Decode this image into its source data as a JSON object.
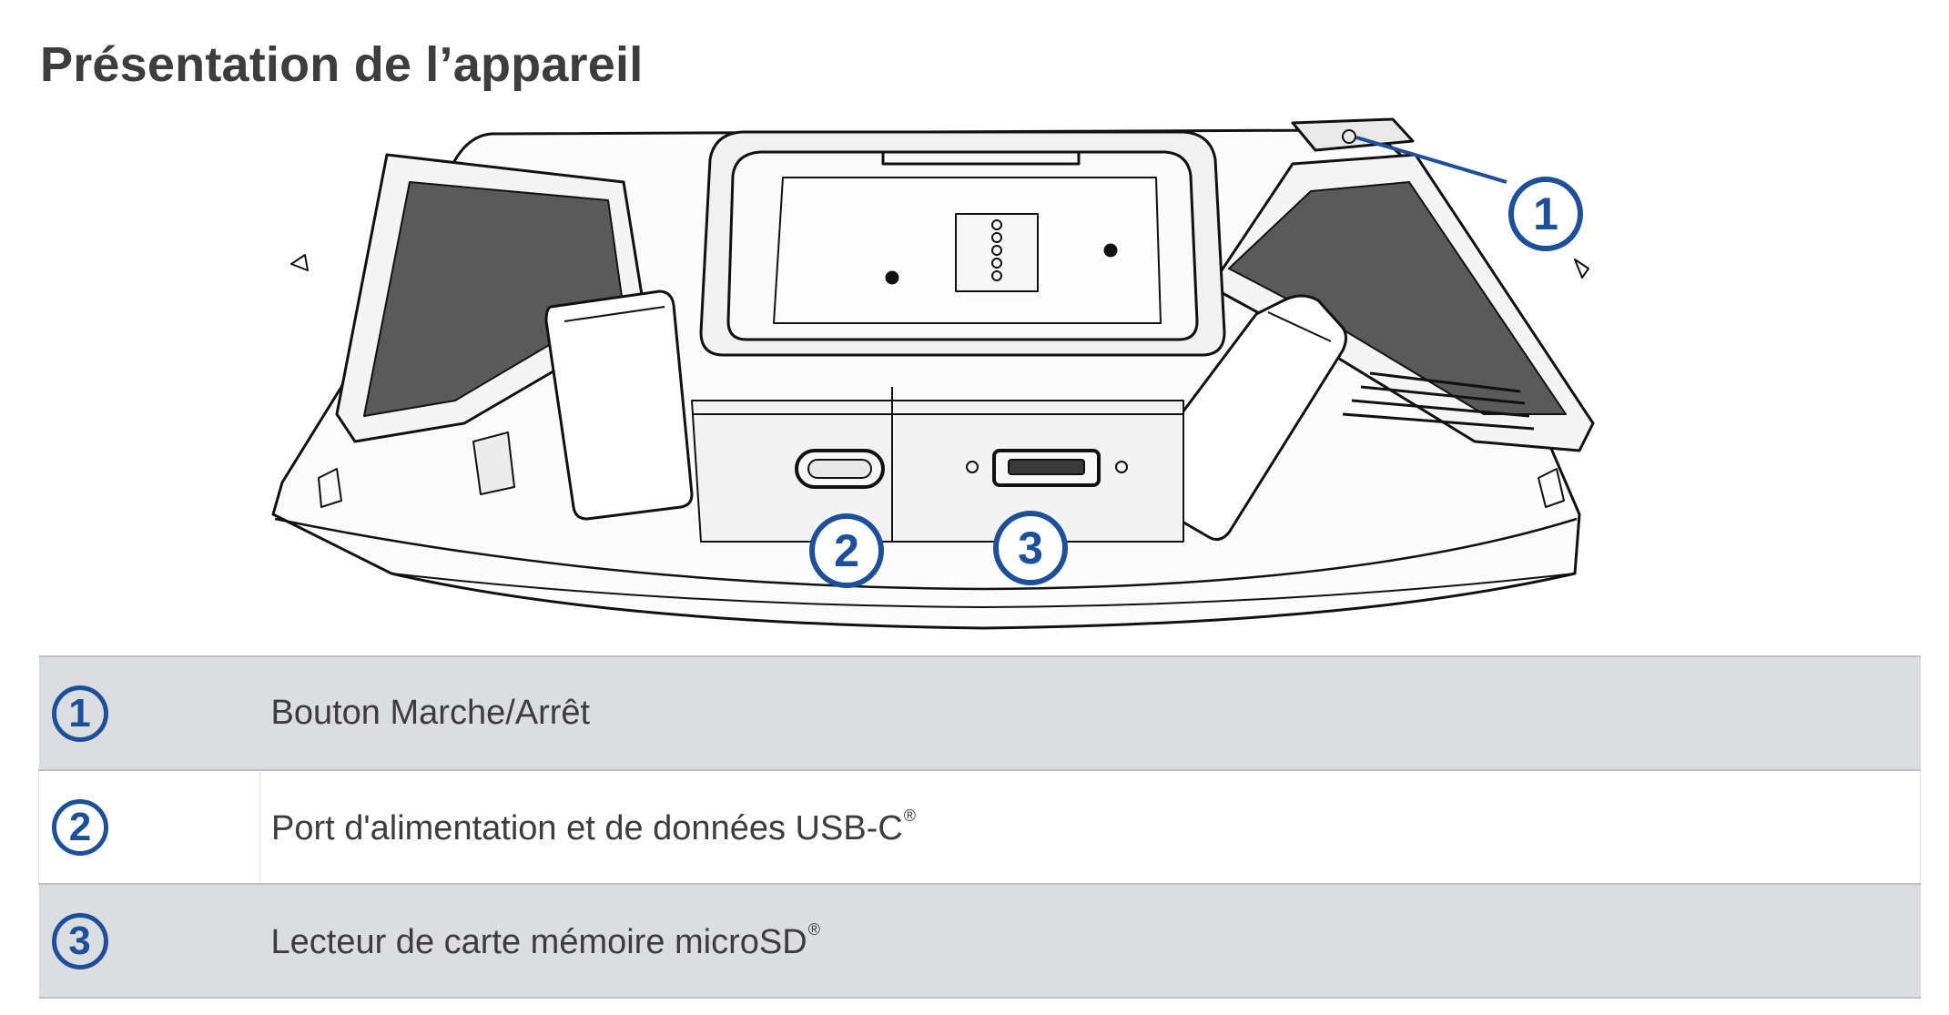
{
  "page": {
    "title": "Présentation de l’appareil"
  },
  "figure": {
    "callouts": [
      "1",
      "2",
      "3"
    ]
  },
  "legend": {
    "rows": [
      {
        "number": "1",
        "label": "Bouton Marche/Arrêt",
        "mark": ""
      },
      {
        "number": "2",
        "label": "Port d'alimentation et de données USB-C",
        "mark": "®"
      },
      {
        "number": "3",
        "label": "Lecteur de carte mémoire microSD",
        "mark": "®"
      }
    ]
  },
  "colors": {
    "callout_blue": "#1d4f9a",
    "row_shade": "#dcdde0",
    "outline": "#111111"
  }
}
